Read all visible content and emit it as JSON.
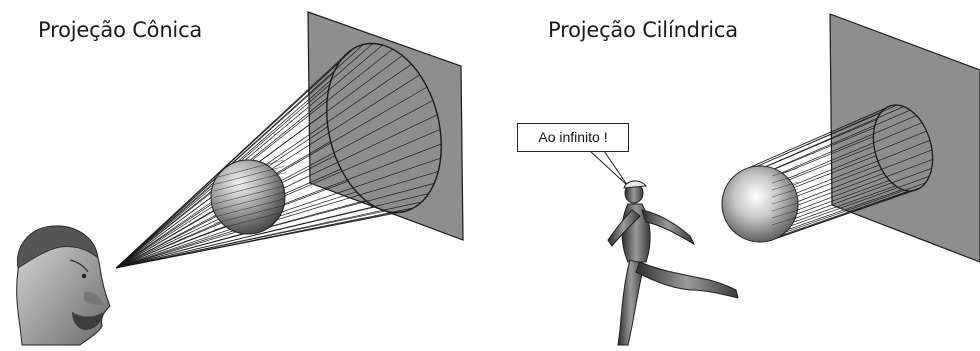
{
  "titles": {
    "conic": "Projeção Cônica",
    "cylindrical": "Projeção Cilíndrica"
  },
  "speech_bubble": {
    "text": "Ao infinito !"
  },
  "colors": {
    "plane_fill": "#8e8e8e",
    "projection_lines": "#1a1a1a",
    "sphere_highlight": "#f4f4f4",
    "sphere_shadow": "#3a3a3a"
  },
  "illustrations": {
    "observer": "portrait-engraving",
    "runner": "running-figure"
  }
}
